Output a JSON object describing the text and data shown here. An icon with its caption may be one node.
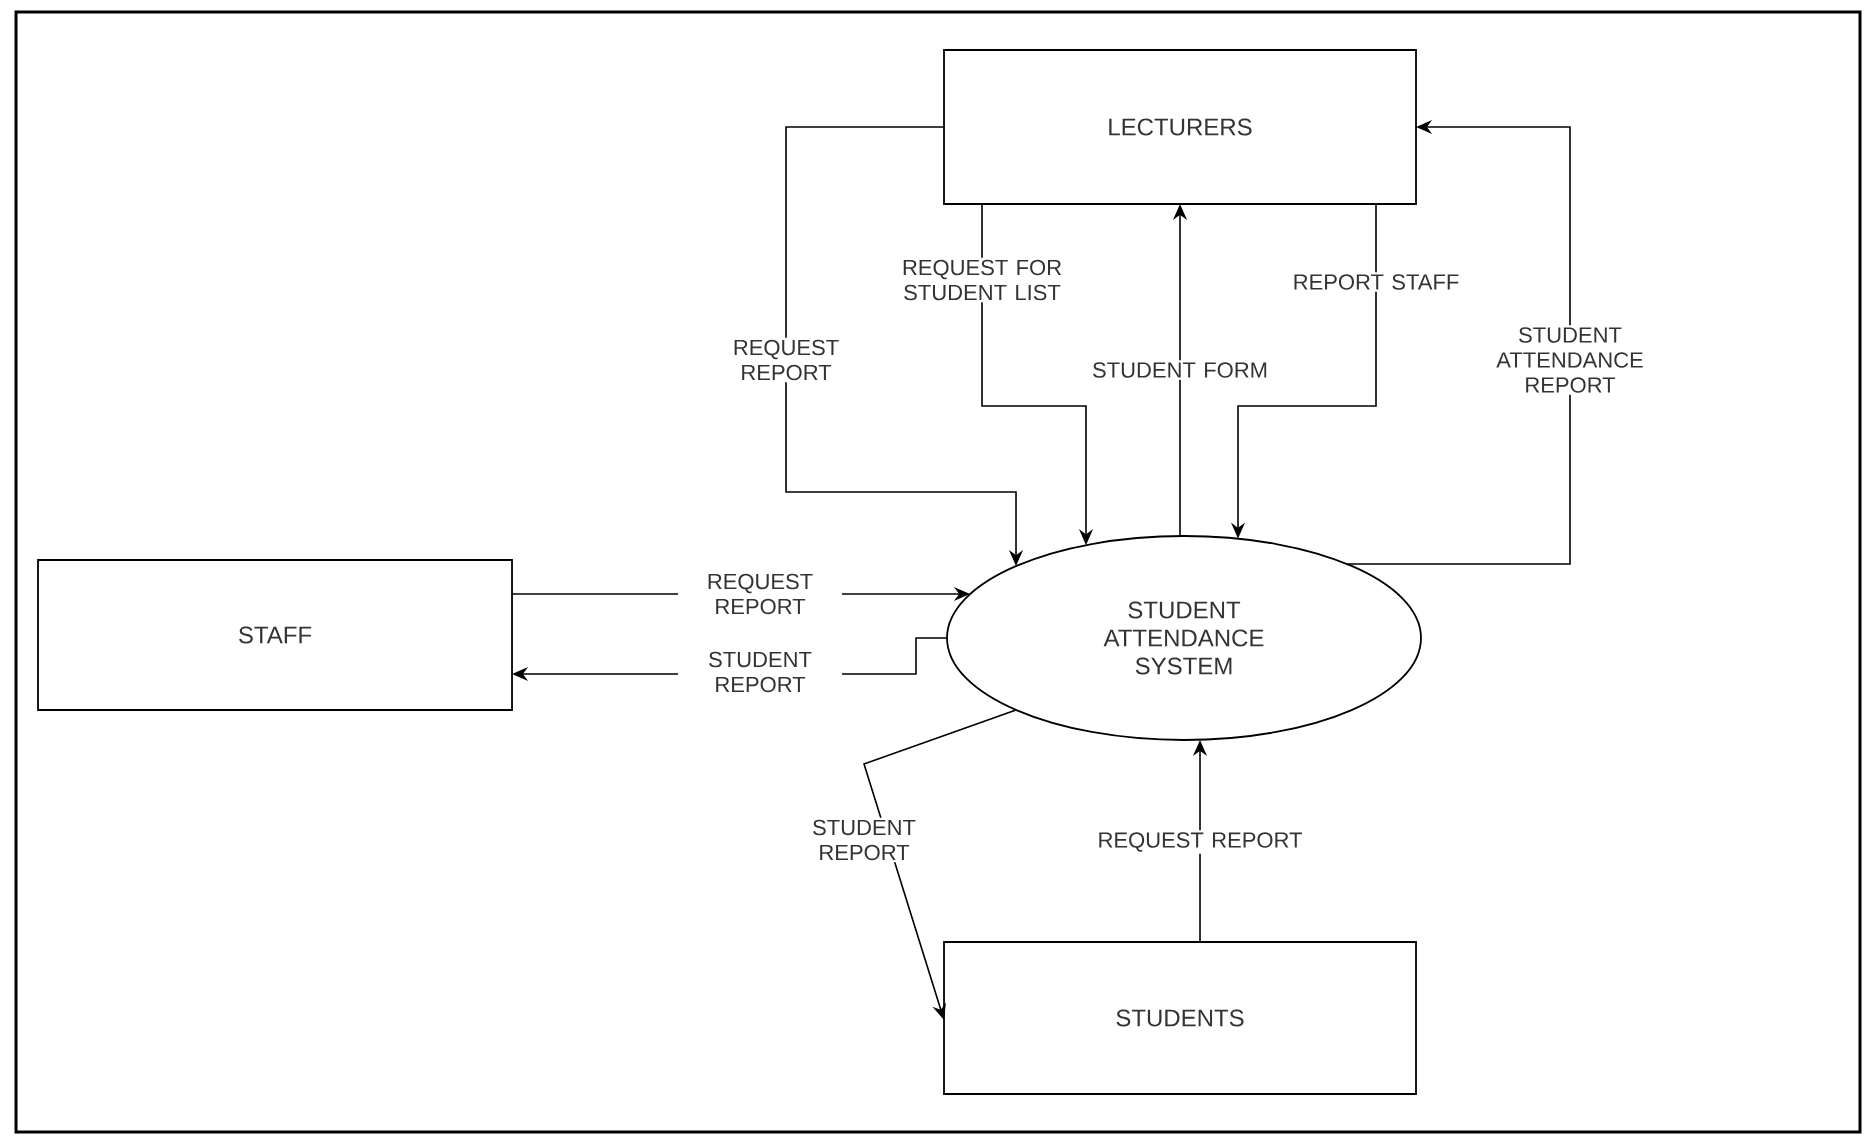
{
  "diagram": {
    "nodes": [
      {
        "text": [
          "LECTURERS"
        ]
      },
      {
        "text": [
          "STUDENT ATTENDANCE SYSTEM"
        ]
      },
      {
        "text": [
          "STAFF"
        ]
      },
      {
        "text": [
          "STUDENTS"
        ]
      }
    ],
    "edges": [
      {
        "from": 0,
        "to": 1,
        "arrow": "to",
        "label": "REQUEST REPORT"
      },
      {
        "from": 0,
        "to": 1,
        "arrow": "to",
        "label": "REQUEST FOR STUDENT LIST"
      },
      {
        "from": 1,
        "to": 0,
        "arrow": "to",
        "label": "STUDENT FORM"
      },
      {
        "from": 0,
        "to": 1,
        "arrow": "to",
        "label": "REPORT STAFF"
      },
      {
        "from": 1,
        "to": 0,
        "arrow": "to",
        "label": "STUDENT ATTENDANCE REPORT"
      },
      {
        "from": 2,
        "to": 1,
        "arrow": "to",
        "label": "REQUEST REPORT"
      },
      {
        "from": 1,
        "to": 2,
        "arrow": "to",
        "label": "STUDENT REPORT"
      },
      {
        "from": 1,
        "to": 3,
        "arrow": "to",
        "label": "STUDENT REPORT"
      },
      {
        "from": 3,
        "to": 1,
        "arrow": "to",
        "label": "REQUEST REPORT"
      }
    ]
  }
}
